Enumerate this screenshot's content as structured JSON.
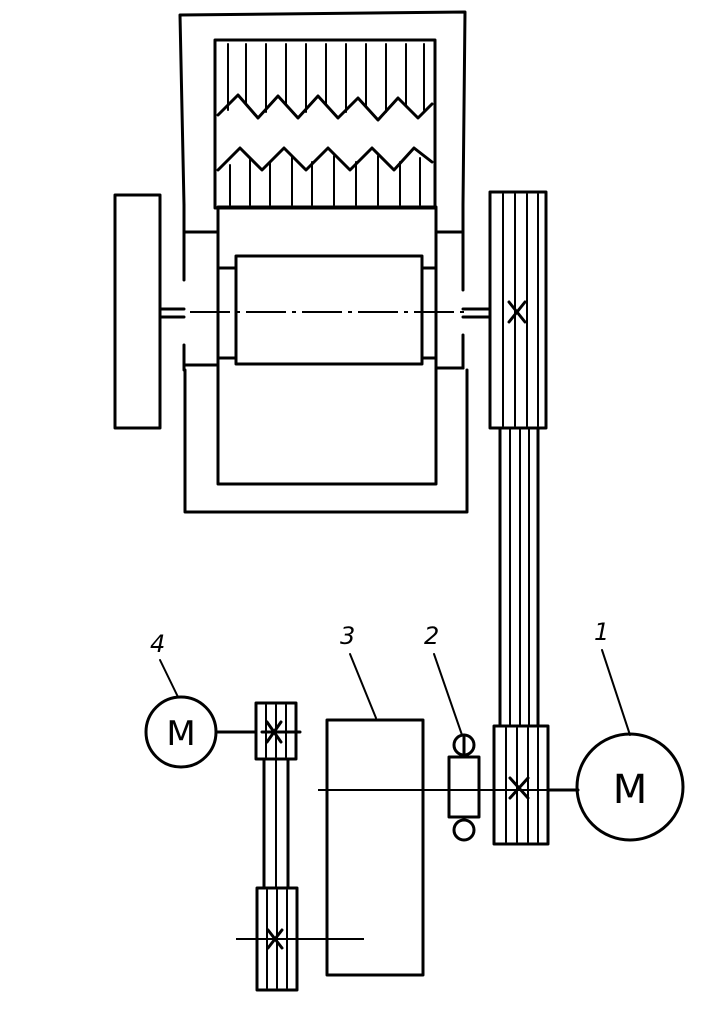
{
  "diagram": {
    "labels": {
      "item1": "1",
      "item2": "2",
      "item3": "3",
      "item4": "4"
    },
    "motor_symbol": "M"
  }
}
